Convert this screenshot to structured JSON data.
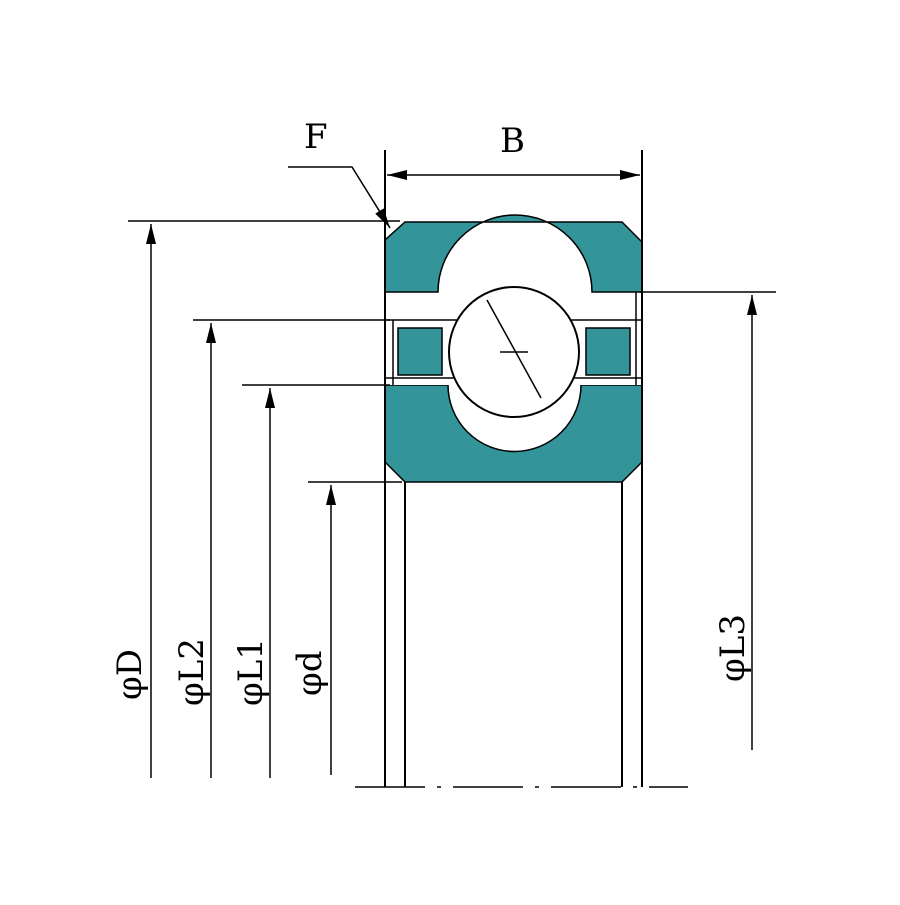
{
  "drawing": {
    "labels": {
      "chamfer": "F",
      "width": "B",
      "outer_diameter": "φD",
      "land_l2": "φL2",
      "land_l1": "φL1",
      "bore": "φd",
      "land_l3": "φL3"
    },
    "colors": {
      "ring_fill": "#339599",
      "line": "#000000",
      "background": "#ffffff"
    }
  }
}
